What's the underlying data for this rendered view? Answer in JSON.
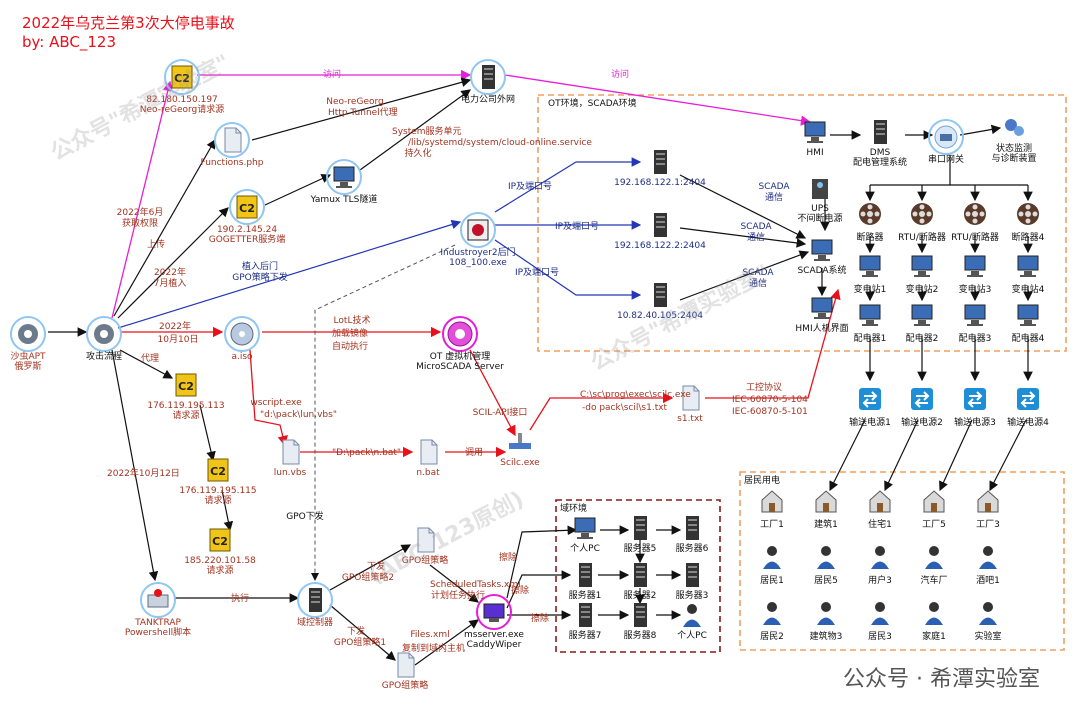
{
  "header": {
    "title": "2022年乌克兰第3次大停电事故",
    "author": "by: ABC_123"
  },
  "watermark": {
    "text1": "公众号\"希潭实验室\"",
    "text2": "(ABC_123原创)",
    "footer": "公众号 · 希潭实验室"
  },
  "zones": {
    "ot": "OT环境，SCADA环境",
    "domain": "域环境",
    "residential": "居民用电"
  },
  "nodes": {
    "sandworm": {
      "l1": "沙虫APT",
      "l2": "俄罗斯"
    },
    "attack": {
      "l1": "攻击流程"
    },
    "c2a": {
      "l1": "82.180.150.197",
      "l2": "Neo-reGeorg请求源"
    },
    "functions": {
      "l1": "Functions.php"
    },
    "c2b": {
      "l1": "190.2.145.24",
      "l2": "GOGETTER服务端"
    },
    "yamux": {
      "l1": "Yamux TLS隧道"
    },
    "power": {
      "l1": "电力公司外网"
    },
    "industroyer": {
      "l1": "Industroyer2后门",
      "l2": "108_100.exe"
    },
    "aiso": {
      "l1": "a.iso"
    },
    "otvm": {
      "l1": "OT 虚拟机管理",
      "l2": "MicroSCADA Server"
    },
    "c2c": {
      "l1": "176.119.195.113",
      "l2": "请求源"
    },
    "c2d": {
      "l1": "176.119.195.115",
      "l2": "请求源"
    },
    "c2e": {
      "l1": "185.220.101.58",
      "l2": "请求源"
    },
    "lunvbs": {
      "l1": "lun.vbs"
    },
    "nbat": {
      "l1": "n.bat"
    },
    "scilc": {
      "l1": "Scilc.exe"
    },
    "s1txt": {
      "l1": "s1.txt"
    },
    "tanktrap": {
      "l1": "TANKTRAP",
      "l2": "Powershell脚本"
    },
    "dc": {
      "l1": "域控制器"
    },
    "gpo1": {
      "l1": "GPO组策略"
    },
    "gpo2": {
      "l1": "GPO组策略"
    },
    "caddy": {
      "l1": "msserver.exe",
      "l2": "CaddyWiper"
    },
    "hmi": {
      "l1": "HMI"
    },
    "dms": {
      "l1": "DMS",
      "l2": "配电管理系统"
    },
    "serial": {
      "l1": "串口网关"
    },
    "monitor": {
      "l1": "状态监测",
      "l2": "与诊断装置"
    },
    "srv1": {
      "l1": "192.168.122.1:2404"
    },
    "srv2": {
      "l1": "192.168.122.2:2404"
    },
    "srv3": {
      "l1": "10.82.40.105:2404"
    },
    "ups": {
      "l1": "UPS",
      "l2": "不间断电源"
    },
    "scada": {
      "l1": "SCADA系统"
    },
    "hmiui": {
      "l1": "HMI人机界面"
    },
    "pc1": {
      "l1": "个人PC"
    },
    "sv5": {
      "l1": "服务器5"
    },
    "sv6": {
      "l1": "服务器6"
    },
    "sv1": {
      "l1": "服务器1"
    },
    "sv2": {
      "l1": "服务器2"
    },
    "sv3": {
      "l1": "服务器3"
    },
    "sv7": {
      "l1": "服务器7"
    },
    "sv8": {
      "l1": "服务器8"
    },
    "pc2": {
      "l1": "个人PC"
    }
  },
  "breakers": [
    "断路器",
    "RTU/断路器",
    "RTU/断路器",
    "断路器4"
  ],
  "substations": [
    "变电站1",
    "变电站2",
    "变电站3",
    "变电站4"
  ],
  "distributors": [
    "配电器1",
    "配电器2",
    "配电器3",
    "配电器4"
  ],
  "transmissions": [
    "输送电源1",
    "输送电源2",
    "输送电源3",
    "输送电源4"
  ],
  "residents": [
    [
      "工厂1",
      "建筑1",
      "住宅1",
      "工厂5",
      "工厂3"
    ],
    [
      "居民1",
      "居民5",
      "用户3",
      "汽车厂",
      "酒吧1"
    ],
    [
      "居民2",
      "建筑物3",
      "居民3",
      "家庭1",
      "实验室"
    ]
  ],
  "edges": {
    "visit1": "访问",
    "visit2": "访问",
    "neo": "Neo-reGeorg",
    "neo2": "Http Tunnel代理",
    "sysd1": "System服务单元",
    "sysd2": "/lib/systemd/system/cloud-online.service",
    "sysd3": "持久化",
    "upload": "上传",
    "jun": "2022年6月",
    "jun2": "获取权限",
    "jul": "2022年",
    "jul2": "7月植入",
    "implant": "植入后门",
    "implant2": "GPO策略下发",
    "oct10": "2022年",
    "oct10b": "10月10日",
    "proxy": "代理",
    "oct12": "2022年10月12日",
    "lotl": "LotL技术",
    "lotl2": "加载镜像",
    "lotl3": "自动执行",
    "wscript": "wscript.exe",
    "wscript2": "\"d:\\pack\\lun.vbs\"",
    "nbatcmd": "\"D:\\pack\\n.bat\"",
    "call": "调用",
    "scil": "SCIL-API接口",
    "cmd1": "C:\\sc\\prog\\exec\\scilc.exe",
    "cmd2": "-do pack\\scil\\s1.txt",
    "proto": "工控协议",
    "proto2": "IEC-60870-5-104",
    "proto3": "IEC-60870-5-101",
    "ipport": "IP及端口号",
    "scada": "SCADA",
    "scada2": "通信",
    "gpodown": "GPO下发",
    "exec": "执行",
    "gpo2a": "下发",
    "gpo2b": "GPO组策略2",
    "gpo1a": "下发",
    "gpo1b": "GPO组策略1",
    "tasks": "ScheduledTasks.xml",
    "tasks2": "计划任务执行",
    "files": "Files.xml",
    "files2": "复制到域内主机",
    "wipe": "擦除"
  },
  "colors": {
    "c2": "#f0c419",
    "red": "#e8101a",
    "magenta": "#e61ed8",
    "blue": "#2436b8",
    "orange": "#f0a060",
    "maroon": "#8b1a1a"
  }
}
